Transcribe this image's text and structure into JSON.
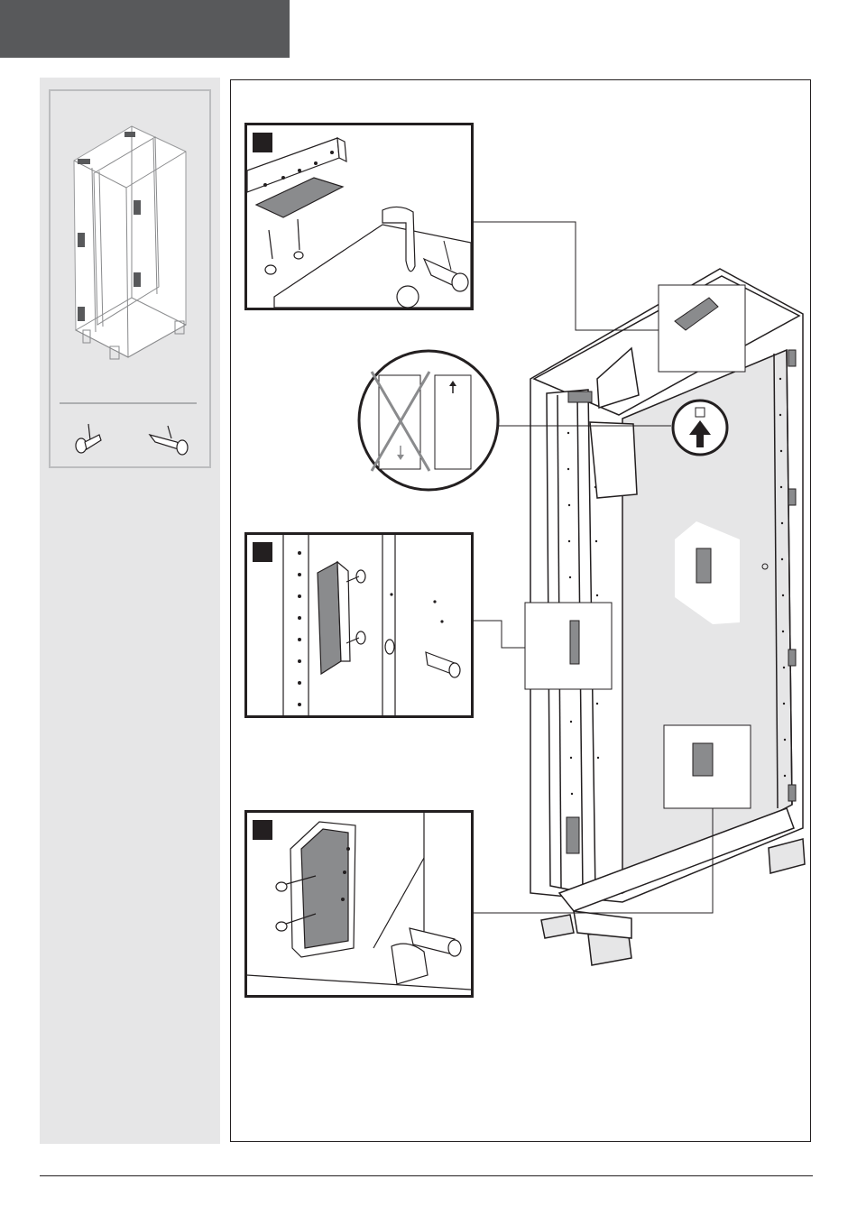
{
  "header": {
    "band_color": "#58595b"
  },
  "sidebar": {
    "background": "#e6e6e7",
    "parts": [
      {
        "icon": "screw-icon"
      },
      {
        "icon": "wall-plug-icon"
      }
    ]
  },
  "steps": [
    {
      "id": "step-1",
      "icon": "top-bracket-detail"
    },
    {
      "id": "step-2",
      "icon": "middle-bracket-detail"
    },
    {
      "id": "step-3",
      "icon": "bottom-bracket-detail"
    }
  ],
  "orientation_hint": {
    "wrong": "cross-icon",
    "right": "arrow-up-icon"
  }
}
